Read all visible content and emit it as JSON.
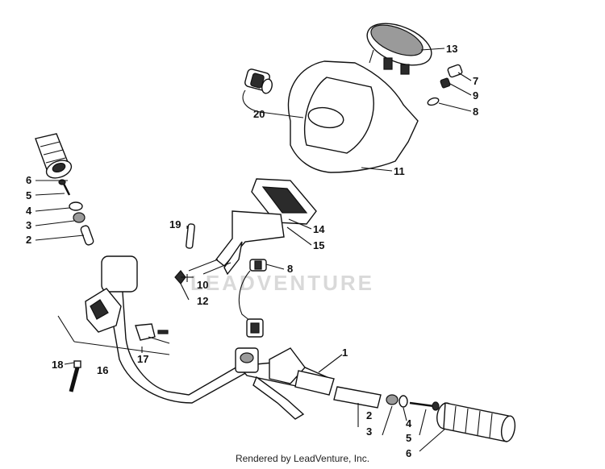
{
  "diagram": {
    "callouts": [
      {
        "id": "c-13",
        "text": "13"
      },
      {
        "id": "c-7",
        "text": "7"
      },
      {
        "id": "c-9",
        "text": "9"
      },
      {
        "id": "c-8a",
        "text": "8"
      },
      {
        "id": "c-20",
        "text": "20"
      },
      {
        "id": "c-11",
        "text": "11"
      },
      {
        "id": "c-6a",
        "text": "6"
      },
      {
        "id": "c-5a",
        "text": "5"
      },
      {
        "id": "c-4a",
        "text": "4"
      },
      {
        "id": "c-3a",
        "text": "3"
      },
      {
        "id": "c-2a",
        "text": "2"
      },
      {
        "id": "c-19",
        "text": "19"
      },
      {
        "id": "c-14",
        "text": "14"
      },
      {
        "id": "c-15",
        "text": "15"
      },
      {
        "id": "c-8b",
        "text": "8"
      },
      {
        "id": "c-10",
        "text": "10"
      },
      {
        "id": "c-12",
        "text": "12"
      },
      {
        "id": "c-17",
        "text": "17"
      },
      {
        "id": "c-16",
        "text": "16"
      },
      {
        "id": "c-18",
        "text": "18"
      },
      {
        "id": "c-1",
        "text": "1"
      },
      {
        "id": "c-2b",
        "text": "2"
      },
      {
        "id": "c-3b",
        "text": "3"
      },
      {
        "id": "c-4b",
        "text": "4"
      },
      {
        "id": "c-5b",
        "text": "5"
      },
      {
        "id": "c-6b",
        "text": "6"
      }
    ]
  },
  "watermark": "LEADVENTURE",
  "footer": "Rendered by LeadVenture, Inc."
}
